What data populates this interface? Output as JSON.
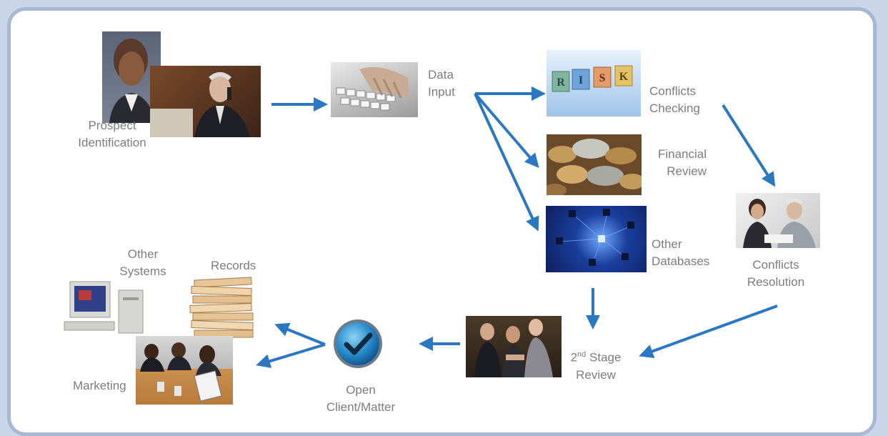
{
  "steps": {
    "prospect": [
      "Prospect",
      "Identification"
    ],
    "data_input": [
      "Data",
      "Input"
    ],
    "conflicts_checking": [
      "Conflicts",
      "Checking"
    ],
    "financial_review": [
      "Financial",
      "Review"
    ],
    "other_databases": [
      "Other",
      "Databases"
    ],
    "conflicts_resolution": [
      "Conflicts",
      "Resolution"
    ],
    "second_stage": {
      "num": "2",
      "sup": "nd",
      "rest": " Stage",
      "line2": "Review"
    },
    "open_client": [
      "Open",
      "Client/Matter"
    ],
    "records": "Records",
    "other_systems": [
      "Other",
      "Systems"
    ],
    "marketing": "Marketing"
  },
  "blocks_letters": [
    "R",
    "I",
    "S",
    "K"
  ],
  "colors": {
    "arrow": "#2b78c2",
    "label": "#7d7d7d",
    "frame": "#a8b8d4"
  },
  "icons": [
    "checkmark-icon"
  ]
}
